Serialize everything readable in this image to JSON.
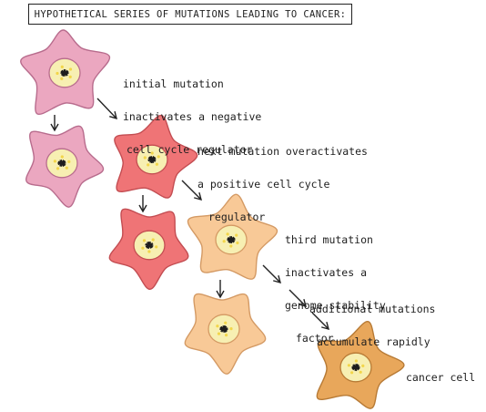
{
  "title": "Hypothetical series of mutations leading to cancer:",
  "labels": {
    "initial": [
      "initial mutation",
      "inactivates a negative",
      "cell cycle regulator"
    ],
    "next": [
      "next mutation overactivates",
      "a positive cell cycle",
      "regulator"
    ],
    "third": [
      "third mutation",
      "inactivates a",
      "genome stability",
      "factor"
    ],
    "additional": [
      "additional mutations",
      "accumulate rapidly"
    ],
    "cancer": [
      "cancer cell"
    ]
  },
  "colors": {
    "pink": "#eba7c0",
    "pink_outline": "#b86c8d",
    "red": "#ef7476",
    "red_outline": "#c34d52",
    "peach": "#f8c997",
    "peach_outline": "#d49a64",
    "orange": "#e8a75b",
    "orange_outline": "#b77a35",
    "nucleus_yellow": "#f7efb2"
  }
}
